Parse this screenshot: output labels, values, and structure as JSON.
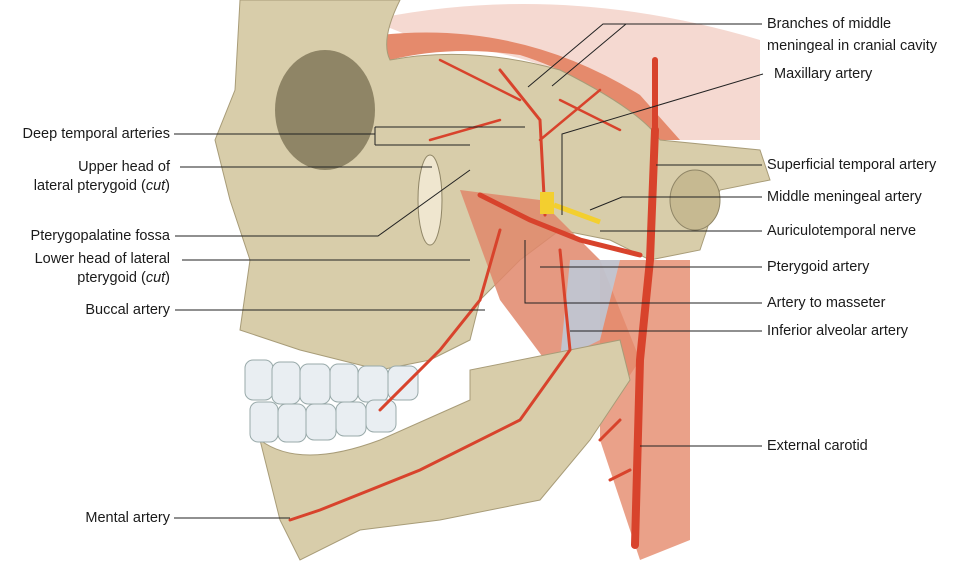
{
  "colors": {
    "bone": "#d8cdaa",
    "bone_dark": "#b9ad88",
    "muscle": "#e58a6c",
    "artery": "#d8432c",
    "nerve": "#f3cf2f",
    "tooth": "#e9eef2",
    "leader": "#222222"
  },
  "labels_left": {
    "deep_temporal": "Deep temporal arteries",
    "upper_head_1": "Upper head of",
    "upper_head_2": "lateral pterygoid (",
    "upper_head_cut": "cut",
    "upper_head_close": ")",
    "pterygopalatine": "Pterygopalatine fossa",
    "lower_head_1": "Lower head of lateral",
    "lower_head_2": "pterygoid (",
    "lower_head_cut": "cut",
    "lower_head_close": ")",
    "buccal": "Buccal artery",
    "mental": "Mental artery"
  },
  "labels_right": {
    "branches_1": "Branches of middle",
    "branches_2": "meningeal in cranial cavity",
    "maxillary": "Maxillary artery",
    "superficial_temporal": "Superficial temporal artery",
    "middle_meningeal": "Middle meningeal artery",
    "auriculotemporal": "Auriculotemporal nerve",
    "pterygoid": "Pterygoid artery",
    "masseter": "Artery to masseter",
    "inferior_alveolar": "Inferior alveolar artery",
    "external_carotid": "External carotid"
  }
}
